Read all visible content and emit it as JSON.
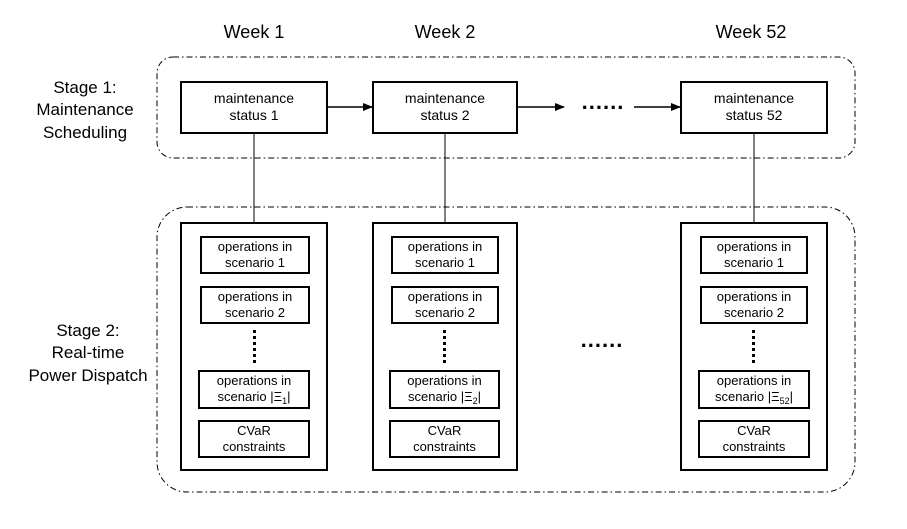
{
  "weeks": [
    "Week 1",
    "Week 2",
    "Week 52"
  ],
  "stage1": {
    "line1": "Stage 1:",
    "line2": "Maintenance",
    "line3": "Scheduling"
  },
  "stage2": {
    "line1": "Stage 2:",
    "line2": "Real-time",
    "line3": "Power Dispatch"
  },
  "maintenance": [
    {
      "line1": "maintenance",
      "line2": "status 1"
    },
    {
      "line1": "maintenance",
      "line2": "status 2"
    },
    {
      "line1": "maintenance",
      "line2": "status 52"
    }
  ],
  "ellipsis": "......",
  "operations": {
    "line1": "operations in",
    "scenario1": "scenario 1",
    "scenario2": "scenario 2",
    "scenario_last_prefix": "scenario |Ξ",
    "scenario_last_suffix": "|",
    "subscripts": [
      "1",
      "2",
      "52"
    ]
  },
  "cvar": {
    "line1": "CVaR",
    "line2": "constraints"
  }
}
